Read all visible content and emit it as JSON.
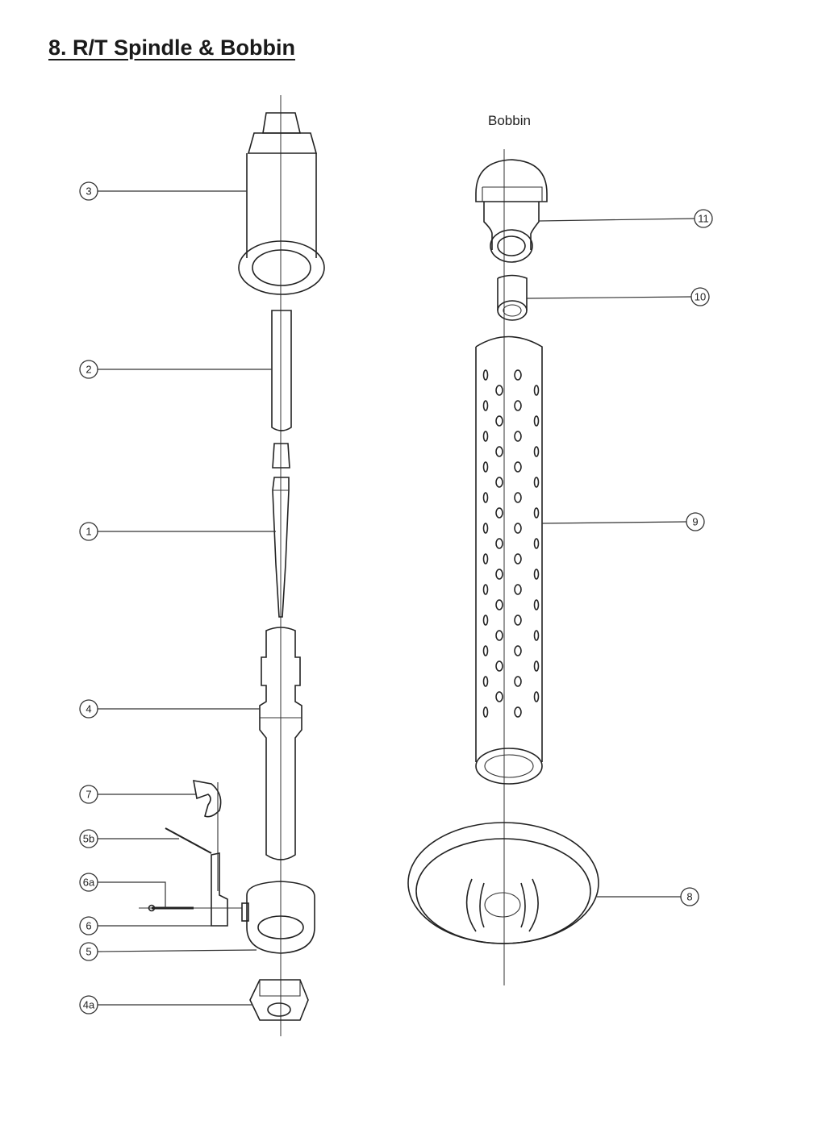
{
  "title": "8. R/T Spindle & Bobbin",
  "bobbin_heading": "Bobbin",
  "callouts": {
    "c3": "3",
    "c2": "2",
    "c1": "1",
    "c4": "4",
    "c7": "7",
    "c5b": "5b",
    "c6a": "6a",
    "c6": "6",
    "c5": "5",
    "c4a": "4a",
    "c11": "11",
    "c10": "10",
    "c9": "9",
    "c8": "8"
  }
}
